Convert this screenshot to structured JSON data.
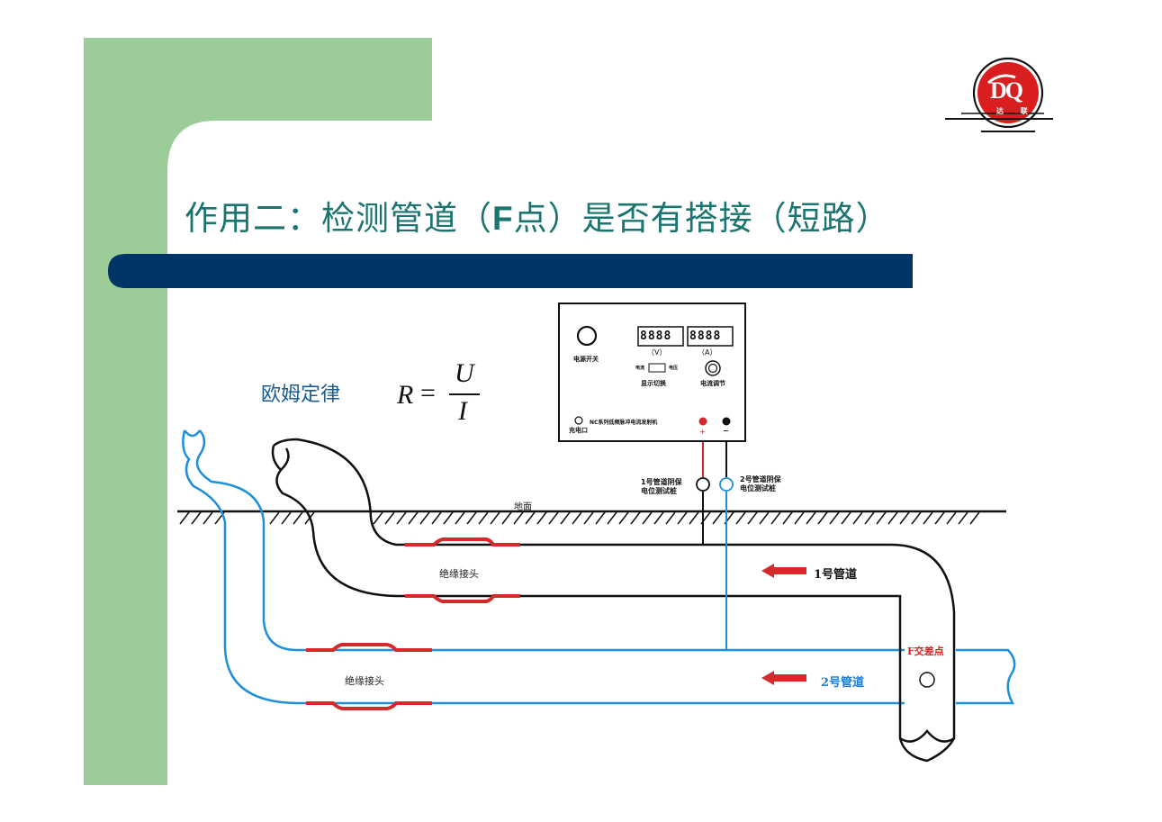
{
  "slide": {
    "title_prefix": "作用二：检测管道（",
    "title_bold": "F",
    "title_suffix": "点）是否有搭接（短路）"
  },
  "formula": {
    "label": "欧姆定律",
    "lhs": "R",
    "equals": "=",
    "numerator": "U",
    "denominator": "I"
  },
  "device": {
    "power_switch": "电源开关",
    "volt_unit": "（V）",
    "amp_unit": "（A）",
    "display_switch": "显示切换",
    "switch_left": "电流",
    "switch_right": "电压",
    "current_adjust": "电流调节",
    "charge_port": "充电口",
    "model_name": "NC系列低频脉冲电流发射机",
    "plus": "+",
    "minus": "−",
    "seg_display": "8888"
  },
  "labels": {
    "test_post_1_line1": "1号管道阴保",
    "test_post_1_line2": "电位测试桩",
    "test_post_2_line1": "2号管道阴保",
    "test_post_2_line2": "电位测试桩",
    "ground": "地面",
    "insulation_joint_1": "绝缘接头",
    "insulation_joint_2": "绝缘接头",
    "pipe_1": "1号管道",
    "pipe_2": "2号管道",
    "cross_point": "F交差点"
  },
  "logo": {
    "letters": "DQ",
    "caption": "达 联"
  },
  "colors": {
    "green_bar": "#9ccc98",
    "navy_bar": "#003366",
    "title": "#1a7470",
    "pipe1": "#111111",
    "pipe2": "#1e8fd8",
    "joint": "#d42a2a",
    "logo_red": "#d81e1e"
  }
}
